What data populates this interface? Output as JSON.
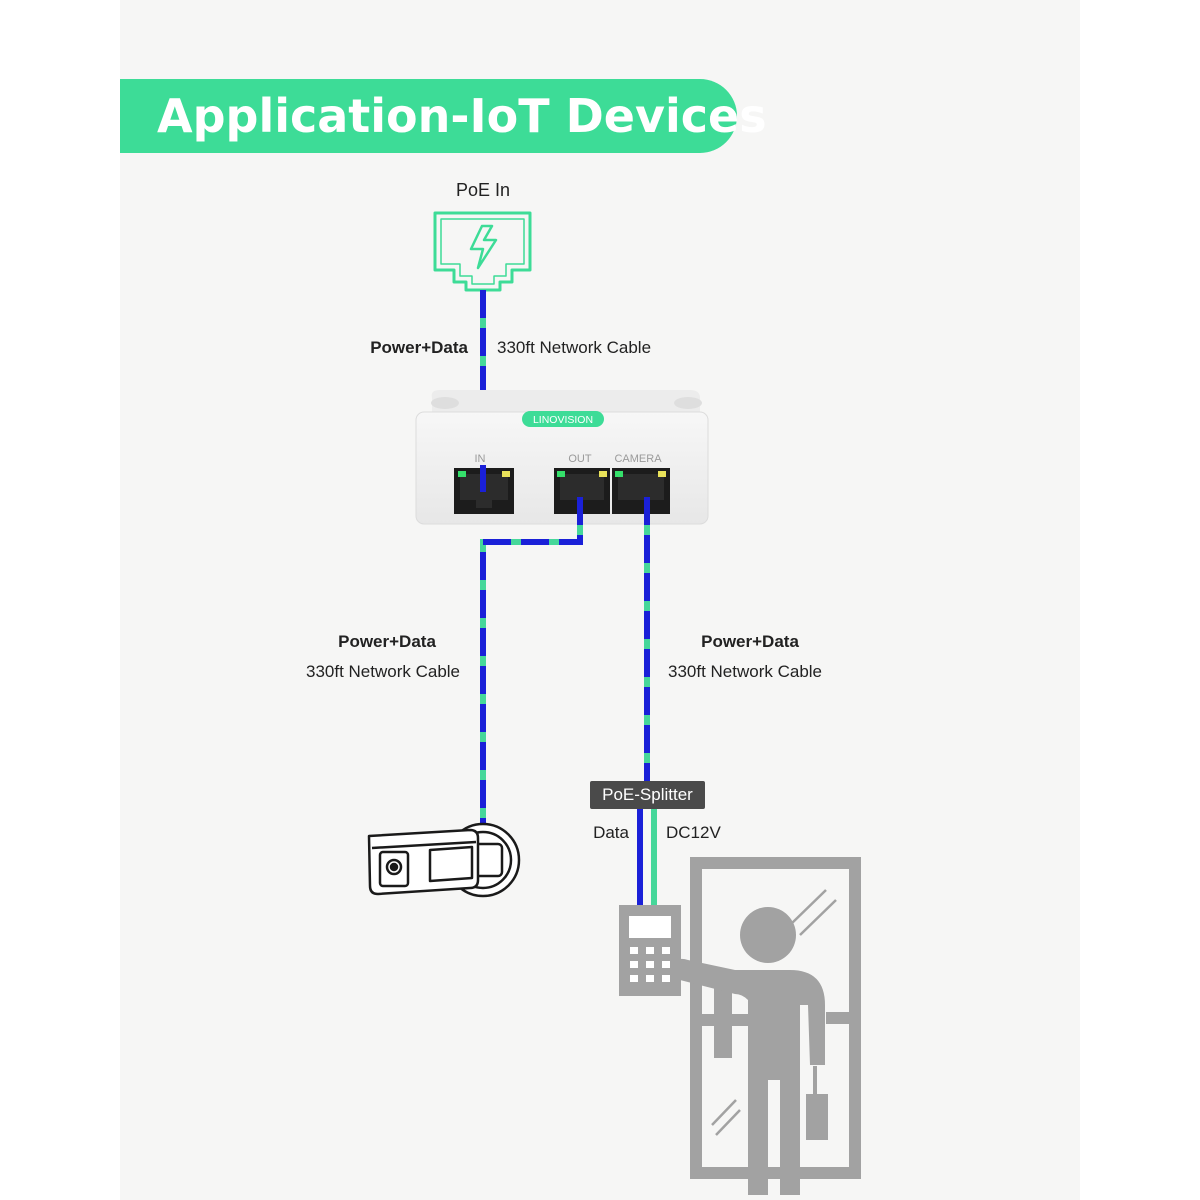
{
  "title": "Application-IoT Devices",
  "poe_in_label": "PoE In",
  "top_cable": {
    "label_left": "Power+Data",
    "label_right": "330ft Network Cable"
  },
  "device": {
    "brand": "LINOVISION",
    "port_in": "IN",
    "port_out": "OUT",
    "port_camera": "CAMERA"
  },
  "left_cable": {
    "line1": "Power+Data",
    "line2": "330ft Network Cable"
  },
  "right_cable": {
    "line1": "Power+Data",
    "line2": "330ft Network Cable"
  },
  "splitter": {
    "label": "PoE-Splitter",
    "data_label": "Data",
    "dc_label": "DC12V"
  },
  "colors": {
    "accent_green": "#3ddc97",
    "cable_blue": "#1a20d8",
    "cable_green": "#46d79a",
    "icon_gray": "#a2a2a2"
  },
  "icons": [
    "lightning-port-icon",
    "bullet-camera-icon",
    "keypad-icon",
    "door-icon",
    "person-icon"
  ]
}
